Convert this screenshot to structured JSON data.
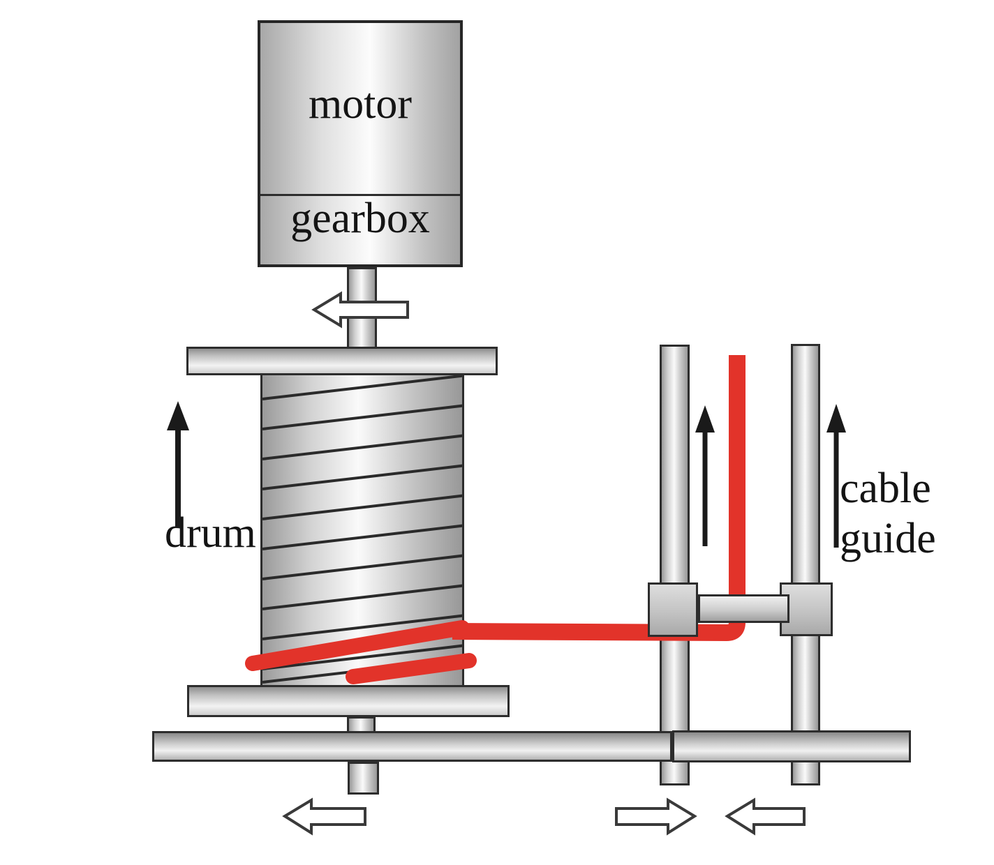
{
  "labels": {
    "motor": "motor",
    "gearbox": "gearbox",
    "drum": "drum",
    "cable_guide_line1": "cable",
    "cable_guide_line2": "guide"
  },
  "colors": {
    "cable_red": "#e2332a",
    "outline_dark": "#2d2d2d",
    "arrow_black": "#1a1a1a",
    "arrow_white_fill": "#ffffff",
    "arrow_white_outline": "#3a3a3a",
    "hatch_line": "#2a2a2a",
    "background": "#ffffff"
  },
  "icons": {
    "arrows": [
      {
        "name": "gearbox-shaft-arrow",
        "direction": "left",
        "style": "white-outline"
      },
      {
        "name": "drum-up-arrow",
        "direction": "up",
        "style": "black"
      },
      {
        "name": "guide-up-arrow-left",
        "direction": "up",
        "style": "black"
      },
      {
        "name": "guide-up-arrow-right",
        "direction": "up",
        "style": "black"
      },
      {
        "name": "base-arrow-under-drum",
        "direction": "left",
        "style": "white-outline"
      },
      {
        "name": "base-arrow-under-left-rod",
        "direction": "right",
        "style": "white-outline"
      },
      {
        "name": "base-arrow-under-right-rod",
        "direction": "left",
        "style": "white-outline"
      }
    ]
  }
}
